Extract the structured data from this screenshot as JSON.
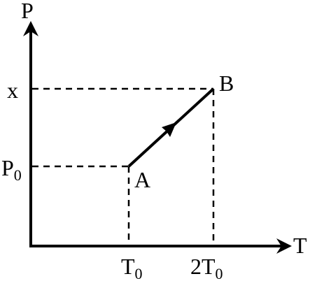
{
  "axes": {
    "y_label": "P",
    "x_label": "T"
  },
  "ticks": {
    "y_upper": "x",
    "y_lower_base": "P",
    "y_lower_sub": "0",
    "x_first_base": "T",
    "x_first_sub": "0",
    "x_second_base": "2T",
    "x_second_sub": "0"
  },
  "points": {
    "a_label": "A",
    "b_label": "B"
  },
  "colors": {
    "ink": "#000000",
    "background": "#ffffff"
  }
}
